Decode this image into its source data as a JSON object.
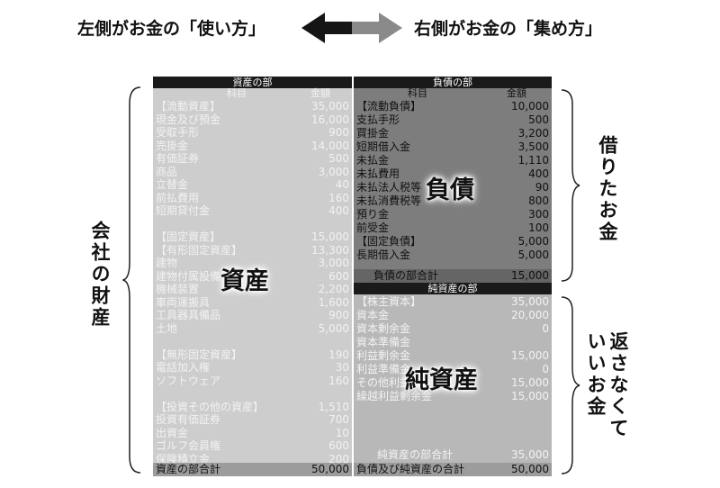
{
  "header": {
    "left_label": "左側がお金の「使い方」",
    "right_label": "右側がお金の「集め方」"
  },
  "side_labels": {
    "left": "会社の財産",
    "right_top": "借りたお金",
    "right_bottom_col1": "返さなくて",
    "right_bottom_col2": "いいお金"
  },
  "overlays": {
    "assets": "資産",
    "liabilities": "負債",
    "net_assets": "純資産"
  },
  "assets_table": {
    "title": "資産の部",
    "col_item": "科目",
    "col_amount": "金額",
    "rows": [
      {
        "label": "【流動資産】",
        "value": "35,000"
      },
      {
        "label": "現金及び預金",
        "value": "16,000"
      },
      {
        "label": "受取手形",
        "value": "900"
      },
      {
        "label": "売掛金",
        "value": "14,000"
      },
      {
        "label": "有価証券",
        "value": "500"
      },
      {
        "label": "商品",
        "value": "3,000"
      },
      {
        "label": "立替金",
        "value": "40"
      },
      {
        "label": "前払費用",
        "value": "160"
      },
      {
        "label": "短期貸付金",
        "value": "400"
      },
      {
        "label": "",
        "value": ""
      },
      {
        "label": "【固定資産】",
        "value": "15,000"
      },
      {
        "label": "【有形固定資産】",
        "value": "13,300"
      },
      {
        "label": "建物",
        "value": "3,000"
      },
      {
        "label": "建物付属設備",
        "value": "600"
      },
      {
        "label": "機械装置",
        "value": "2,200"
      },
      {
        "label": "車両運搬具",
        "value": "1,600"
      },
      {
        "label": "工具器具備品",
        "value": "900"
      },
      {
        "label": "土地",
        "value": "5,000"
      },
      {
        "label": "",
        "value": ""
      },
      {
        "label": "【無形固定資産】",
        "value": "190"
      },
      {
        "label": "電話加入権",
        "value": "30"
      },
      {
        "label": "ソフトウェア",
        "value": "160"
      },
      {
        "label": "",
        "value": ""
      },
      {
        "label": "【投資その他の資産】",
        "value": "1,510"
      },
      {
        "label": "投資有価証券",
        "value": "700"
      },
      {
        "label": "出資金",
        "value": "10"
      },
      {
        "label": "ゴルフ会員権",
        "value": "600"
      },
      {
        "label": "保険積立金",
        "value": "200"
      }
    ],
    "total_label": "資産の部合計",
    "total_value": "50,000"
  },
  "liabilities_table": {
    "title": "負債の部",
    "col_item": "科目",
    "col_amount": "金額",
    "rows": [
      {
        "label": "【流動負債】",
        "value": "10,000"
      },
      {
        "label": "支払手形",
        "value": "500"
      },
      {
        "label": "買掛金",
        "value": "3,200"
      },
      {
        "label": "短期借入金",
        "value": "3,500"
      },
      {
        "label": "未払金",
        "value": "1,110"
      },
      {
        "label": "未払費用",
        "value": "400"
      },
      {
        "label": "未払法人税等",
        "value": "90"
      },
      {
        "label": "未払消費税等",
        "value": "800"
      },
      {
        "label": "預り金",
        "value": "300"
      },
      {
        "label": "前受金",
        "value": "100"
      },
      {
        "label": "【固定負債】",
        "value": "5,000"
      },
      {
        "label": "長期借入金",
        "value": "5,000"
      }
    ],
    "total_label": "負債の部合計",
    "total_value": "15,000"
  },
  "net_assets_table": {
    "title": "純資産の部",
    "rows": [
      {
        "label": "【株主資本】",
        "value": "35,000"
      },
      {
        "label": "資本金",
        "value": "20,000"
      },
      {
        "label": "資本剰余金",
        "value": "0"
      },
      {
        "label": "資本準備金",
        "value": ""
      },
      {
        "label": "利益剰余金",
        "value": "15,000"
      },
      {
        "label": "利益準備金",
        "value": "0"
      },
      {
        "label": "その他利益剰余金",
        "value": "15,000"
      },
      {
        "label": "繰越利益剰余金",
        "value": "15,000"
      }
    ],
    "subtotal_label": "純資産の部合計",
    "subtotal_value": "35,000",
    "total_label": "負債及び純資産の合計",
    "total_value": "50,000"
  }
}
